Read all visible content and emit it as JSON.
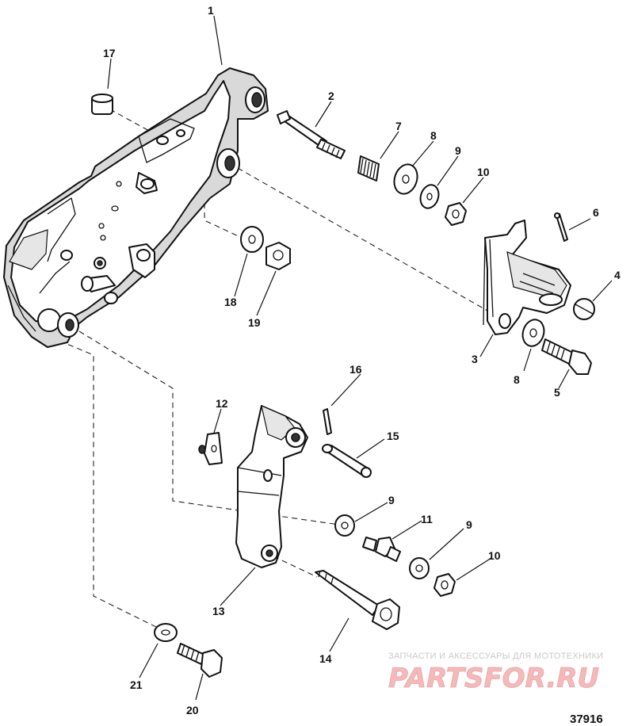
{
  "figure_number": "37916",
  "watermark": {
    "tagline": "ЗАПЧАСТИ И АКСЕССУАРЫ ДЛЯ МОТОТЕХНИКИ",
    "brand": "PARTSFOR.RU"
  },
  "callouts": [
    "1",
    "17",
    "2",
    "7",
    "8",
    "9",
    "10",
    "6",
    "4",
    "3",
    "8",
    "5",
    "18",
    "19",
    "16",
    "12",
    "15",
    "9",
    "11",
    "9",
    "10",
    "13",
    "14",
    "21",
    "20"
  ],
  "colors": {
    "line": "#111111",
    "background": "#ffffff",
    "watermark": "#f6b9b9"
  }
}
